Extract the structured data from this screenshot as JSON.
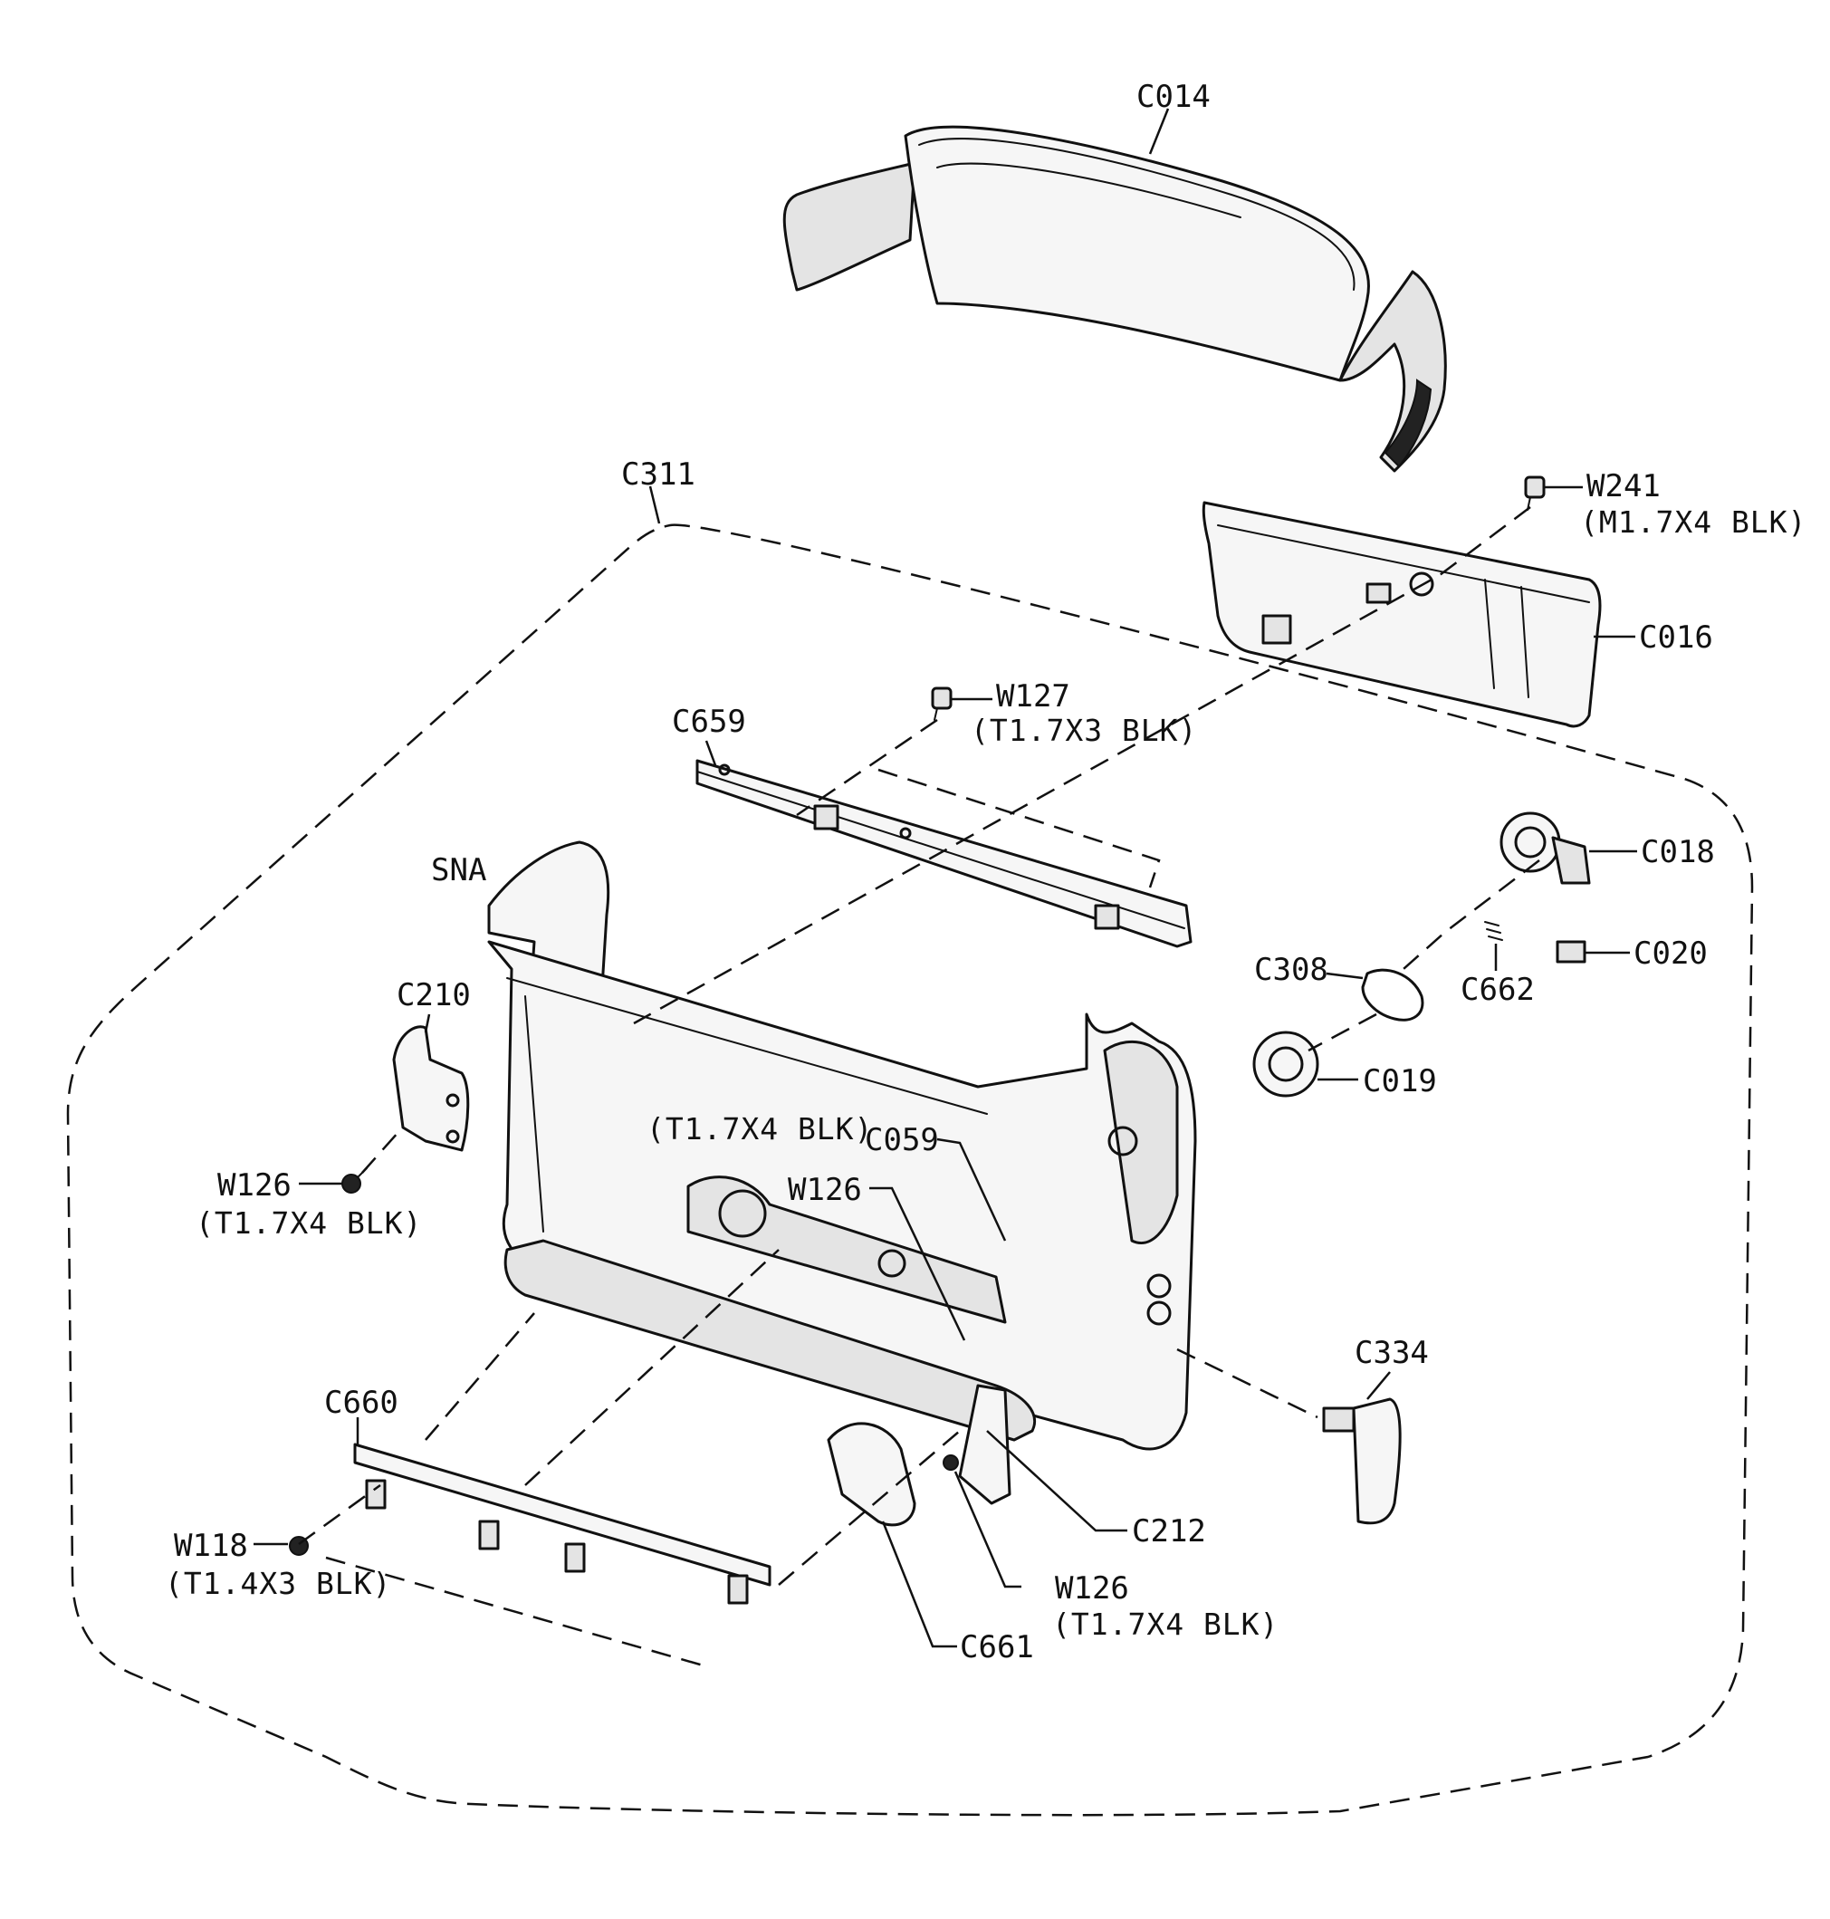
{
  "diagram": {
    "part_labels": {
      "C014": "C014",
      "C311": "C311",
      "W241": "W241",
      "W241_spec": "(M1.7X4 BLK)",
      "C016": "C016",
      "W127": "W127",
      "W127_spec": "(T1.7X3 BLK)",
      "C659": "C659",
      "SNA": "SNA",
      "C018": "C018",
      "C020": "C020",
      "C308": "C308",
      "C662": "C662",
      "C210": "C210",
      "C019": "C019",
      "center_spec": "(T1.7X4 BLK)",
      "C059": "C059",
      "W126_left": "W126",
      "W126_left_spec": "(T1.7X4 BLK)",
      "W126_mid": "W126",
      "C334": "C334",
      "C660": "C660",
      "C212": "C212",
      "W118": "W118",
      "W118_spec": "(T1.4X3 BLK)",
      "W126_bottom": "W126",
      "W126_bottom_spec": "(T1.7X4 BLK)",
      "C661": "C661"
    }
  }
}
